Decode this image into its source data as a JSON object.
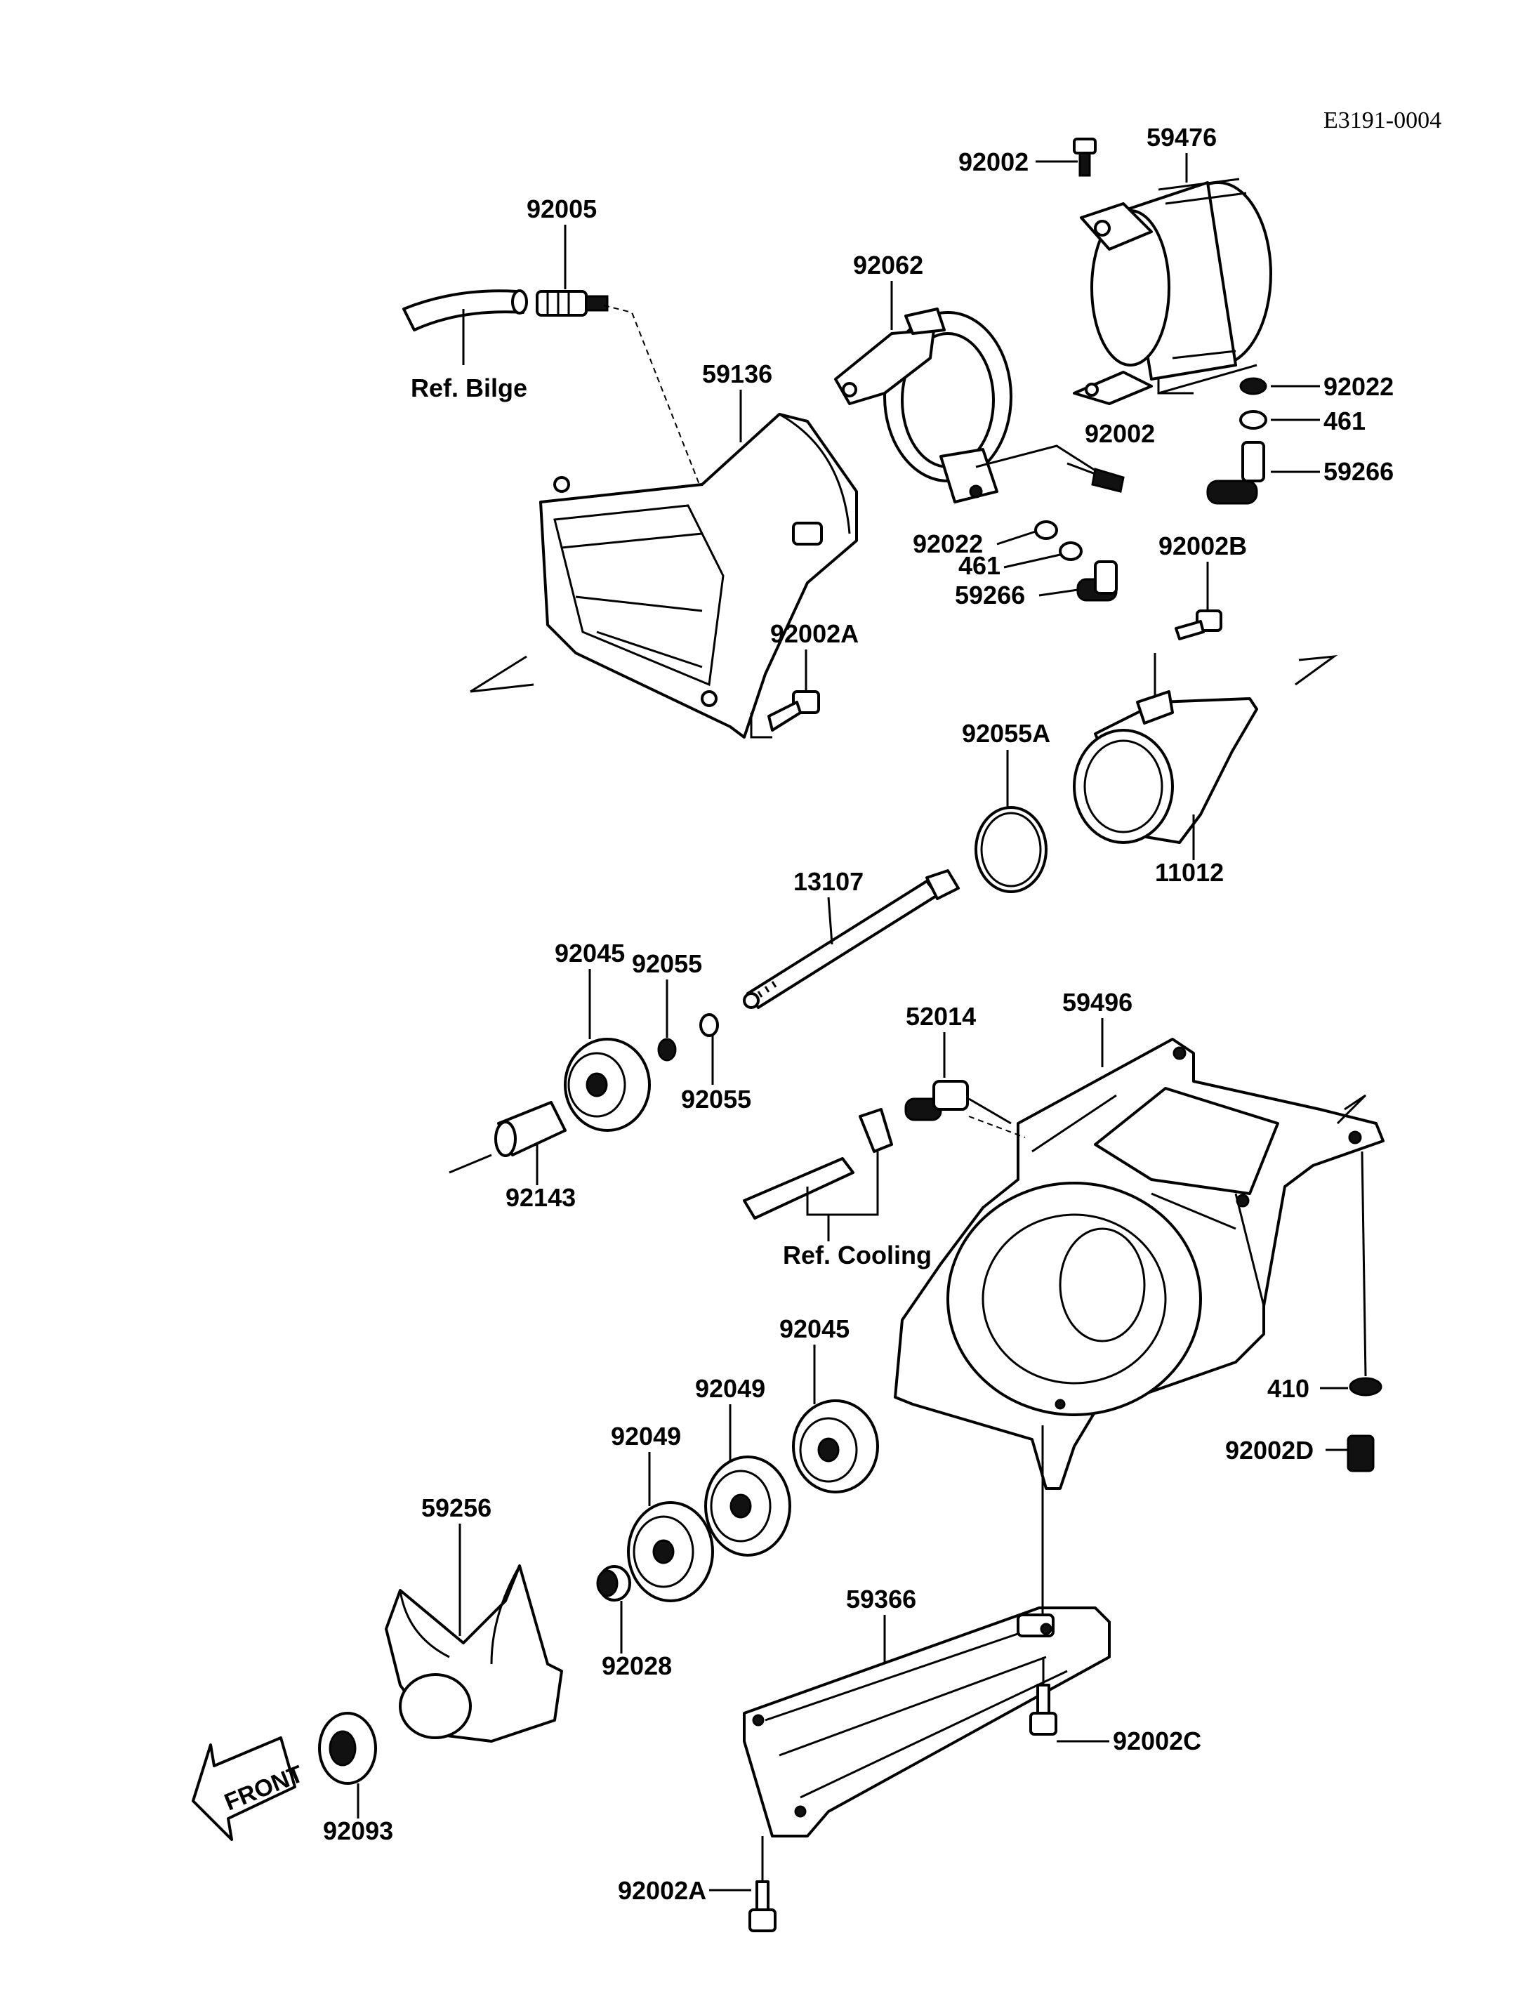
{
  "diagram_code": "E3191-0004",
  "front_label": "FRONT",
  "parts": {
    "p92005": "92005",
    "ref_bilge": "Ref. Bilge",
    "p59136": "59136",
    "p92062": "92062",
    "p92002_top": "92002",
    "p59476": "59476",
    "p92022_right": "92022",
    "p461_right": "461",
    "p59266_right": "59266",
    "p92002_mid": "92002",
    "p92022_mid": "92022",
    "p461_mid": "461",
    "p59266_mid": "59266",
    "p92002B": "92002B",
    "p92002A_top": "92002A",
    "p92055A": "92055A",
    "p11012": "11012",
    "p13107": "13107",
    "p92045_top": "92045",
    "p92055_upper": "92055",
    "p92055_lower": "92055",
    "p92143": "92143",
    "p52014": "52014",
    "p59496": "59496",
    "ref_cooling": "Ref. Cooling",
    "p410": "410",
    "p92002D": "92002D",
    "p92045_bottom": "92045",
    "p92049_upper": "92049",
    "p92049_lower": "92049",
    "p59256": "59256",
    "p92028": "92028",
    "p59366": "59366",
    "p92002C": "92002C",
    "p92093": "92093",
    "p92002A_bottom": "92002A"
  }
}
